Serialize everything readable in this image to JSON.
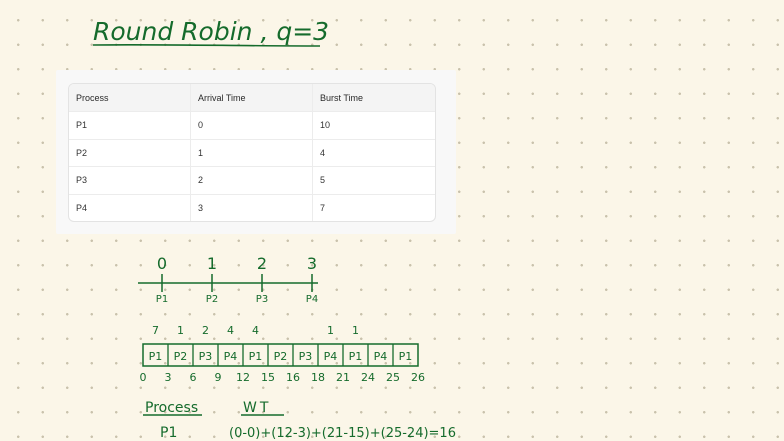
{
  "title": "Round Robin , q=3",
  "table": {
    "headers": [
      "Process",
      "Arrival Time",
      "Burst Time"
    ],
    "rows": [
      [
        "P1",
        "0",
        "10"
      ],
      [
        "P2",
        "1",
        "4"
      ],
      [
        "P3",
        "2",
        "5"
      ],
      [
        "P4",
        "3",
        "7"
      ]
    ]
  },
  "arrival_timeline": {
    "ticks": [
      {
        "time": "0",
        "process": "P1"
      },
      {
        "time": "1",
        "process": "P2"
      },
      {
        "time": "2",
        "process": "P3"
      },
      {
        "time": "3",
        "process": "P4"
      }
    ]
  },
  "gantt": {
    "remaining": [
      "7",
      "1",
      "2",
      "4",
      "4",
      "",
      "",
      "1",
      "1",
      "",
      ""
    ],
    "blocks": [
      "P1",
      "P2",
      "P3",
      "P4",
      "P1",
      "P2",
      "P3",
      "P4",
      "P1",
      "P4",
      "P1"
    ],
    "times": [
      "0",
      "3",
      "6",
      "9",
      "12",
      "15",
      "16",
      "18",
      "21",
      "24",
      "25",
      "26"
    ]
  },
  "notes": {
    "process_header": "Process",
    "wt_header": "WT",
    "row_process": "P1",
    "row_wt": "(0-0)+(12-3)+(21-15)+(25-24)=16"
  },
  "colors": {
    "ink": "#156b2c",
    "paper": "#fbf6e8",
    "dot": "#c9c2ac"
  }
}
